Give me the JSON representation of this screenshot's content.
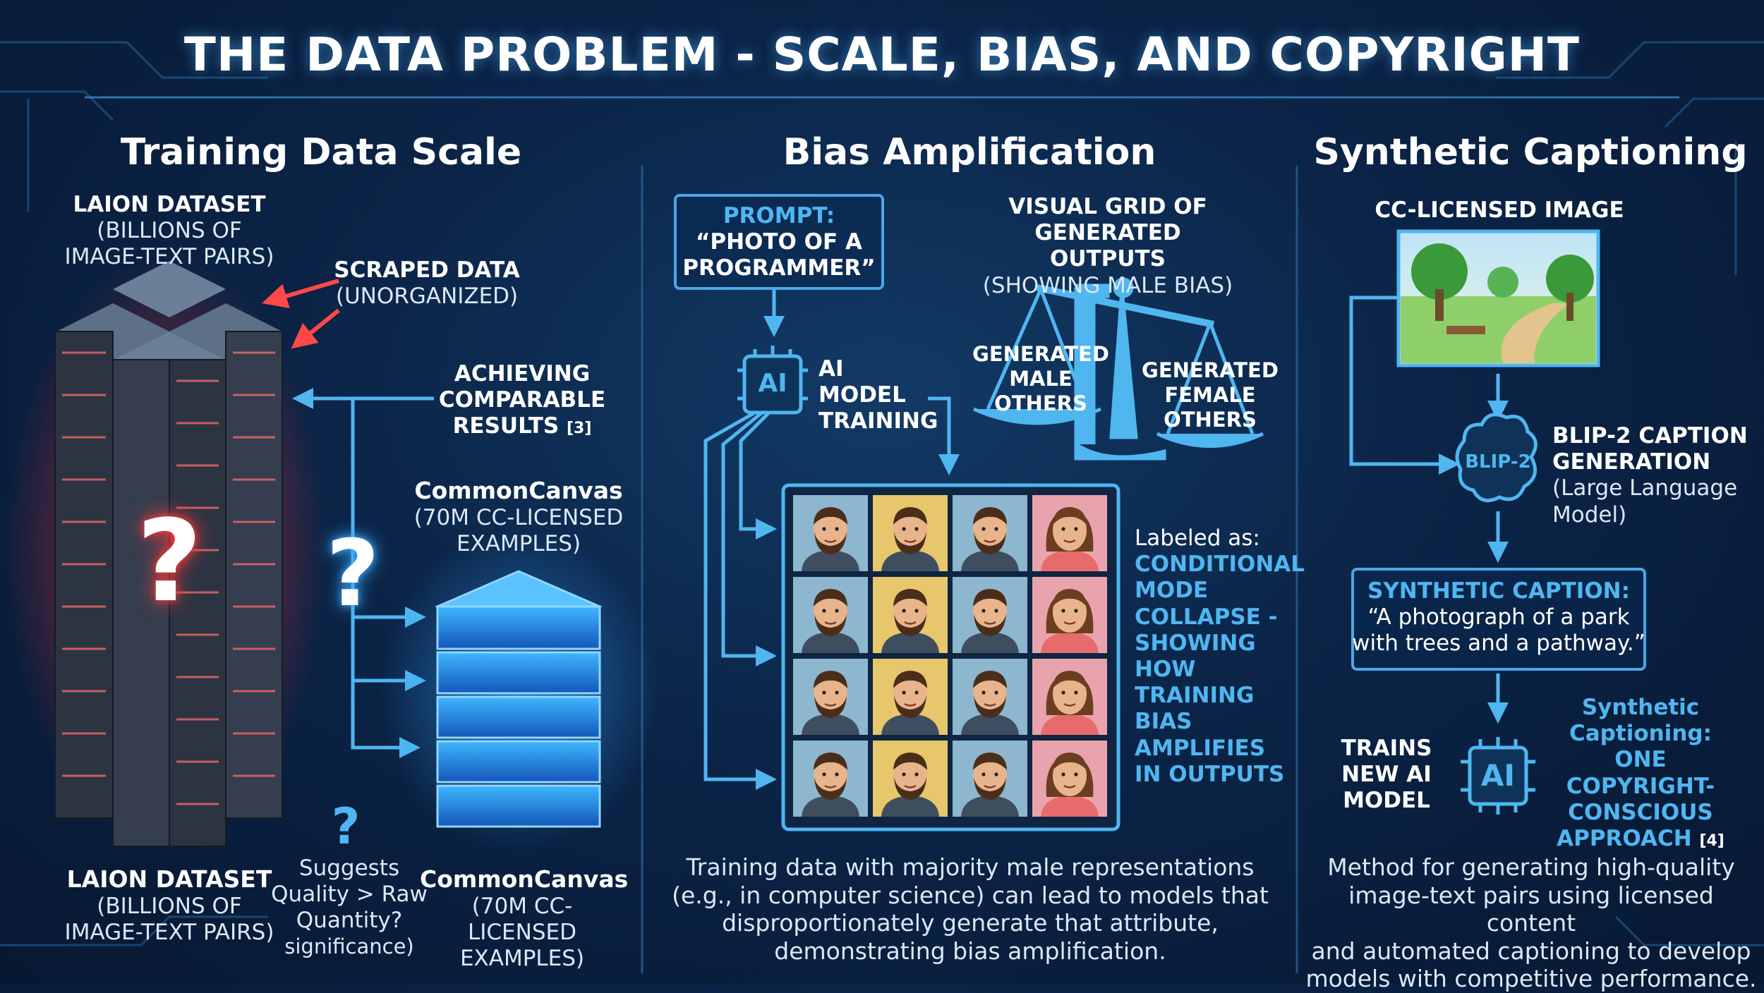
{
  "title": "THE DATA PROBLEM - SCALE, BIAS, AND COPYRIGHT",
  "colors": {
    "accent": "#4fb6f0",
    "warning": "#ff4848",
    "background": "#0b2447"
  },
  "scale": {
    "heading": "Training Data Scale",
    "laion_top": [
      "LAION DATASET",
      "(BILLIONS OF",
      "IMAGE-TEXT PAIRS)"
    ],
    "scraped": [
      "SCRAPED DATA",
      "(UNORGANIZED)"
    ],
    "achieving": [
      "ACHIEVING",
      "COMPARABLE",
      "RESULTS"
    ],
    "achieving_ref": "[3]",
    "commoncanvas_top": [
      "CommonCanvas",
      "(70M CC-LICENSED",
      "EXAMPLES)"
    ],
    "question_mark": "?",
    "laion_bottom": [
      "LAION DATASET",
      "(BILLIONS OF",
      "IMAGE-TEXT PAIRS)"
    ],
    "suggests": [
      "Suggests",
      "Quality > Raw",
      "Quantity?",
      "significance)"
    ],
    "commoncanvas_bottom": [
      "CommonCanvas",
      "(70M CC-LICENSED",
      "EXAMPLES)"
    ]
  },
  "bias": {
    "heading": "Bias Amplification",
    "prompt": [
      "PROMPT:",
      "“PHOTO OF A",
      "PROGRAMMER”"
    ],
    "grid_title": [
      "VISUAL GRID OF GENERATED",
      "OUTPUTS"
    ],
    "grid_subtitle": "(SHOWING MALE BIAS)",
    "ai_chip": "AI",
    "ai_training": [
      "AI MODEL",
      "TRAINING"
    ],
    "generated_male": [
      "GENERATED",
      "MALE OTHERS"
    ],
    "generated_female": [
      "GENERATED",
      "FEMALE",
      "OTHERS"
    ],
    "labeled_as": "Labeled as:",
    "labeled_lines": [
      "CONDITIONAL",
      "MODE",
      "COLLAPSE -",
      "SHOWING",
      "HOW TRAINING",
      "BIAS",
      "AMPLIFIES",
      "IN OUTPUTS"
    ],
    "grid_rows": [
      [
        "male",
        "male",
        "male",
        "female"
      ],
      [
        "male",
        "male",
        "male",
        "female"
      ],
      [
        "male",
        "male",
        "male",
        "female"
      ],
      [
        "male",
        "male",
        "male",
        "female"
      ]
    ],
    "caption": [
      "Training data with majority male representations",
      "(e.g., in computer science) can lead to models that",
      "disproportionately generate that attribute,",
      "demonstrating bias amplification."
    ]
  },
  "synthetic": {
    "heading": "Synthetic Captioning",
    "image_label": "CC-LICENSED IMAGE",
    "blip_chip": "BLIP-2",
    "blip_title": [
      "BLIP-2 CAPTION",
      "GENERATION"
    ],
    "blip_sub": [
      "(Large Language",
      "Model)"
    ],
    "caption_title": "SYNTHETIC CAPTION:",
    "caption_text": [
      "“A photograph of a park",
      "with trees and a pathway.”"
    ],
    "trains": [
      "TRAINS",
      "NEW AI",
      "MODEL"
    ],
    "ai_chip": "AI",
    "approach_head": [
      "Synthetic",
      "Captioning:"
    ],
    "approach_body": [
      "ONE COPYRIGHT-",
      "CONSCIOUS",
      "APPROACH"
    ],
    "approach_ref": "[4]",
    "caption": [
      "Method for generating high-quality",
      "image-text pairs using licensed content",
      "and automated captioning to develop",
      "models with competitive performance."
    ]
  }
}
